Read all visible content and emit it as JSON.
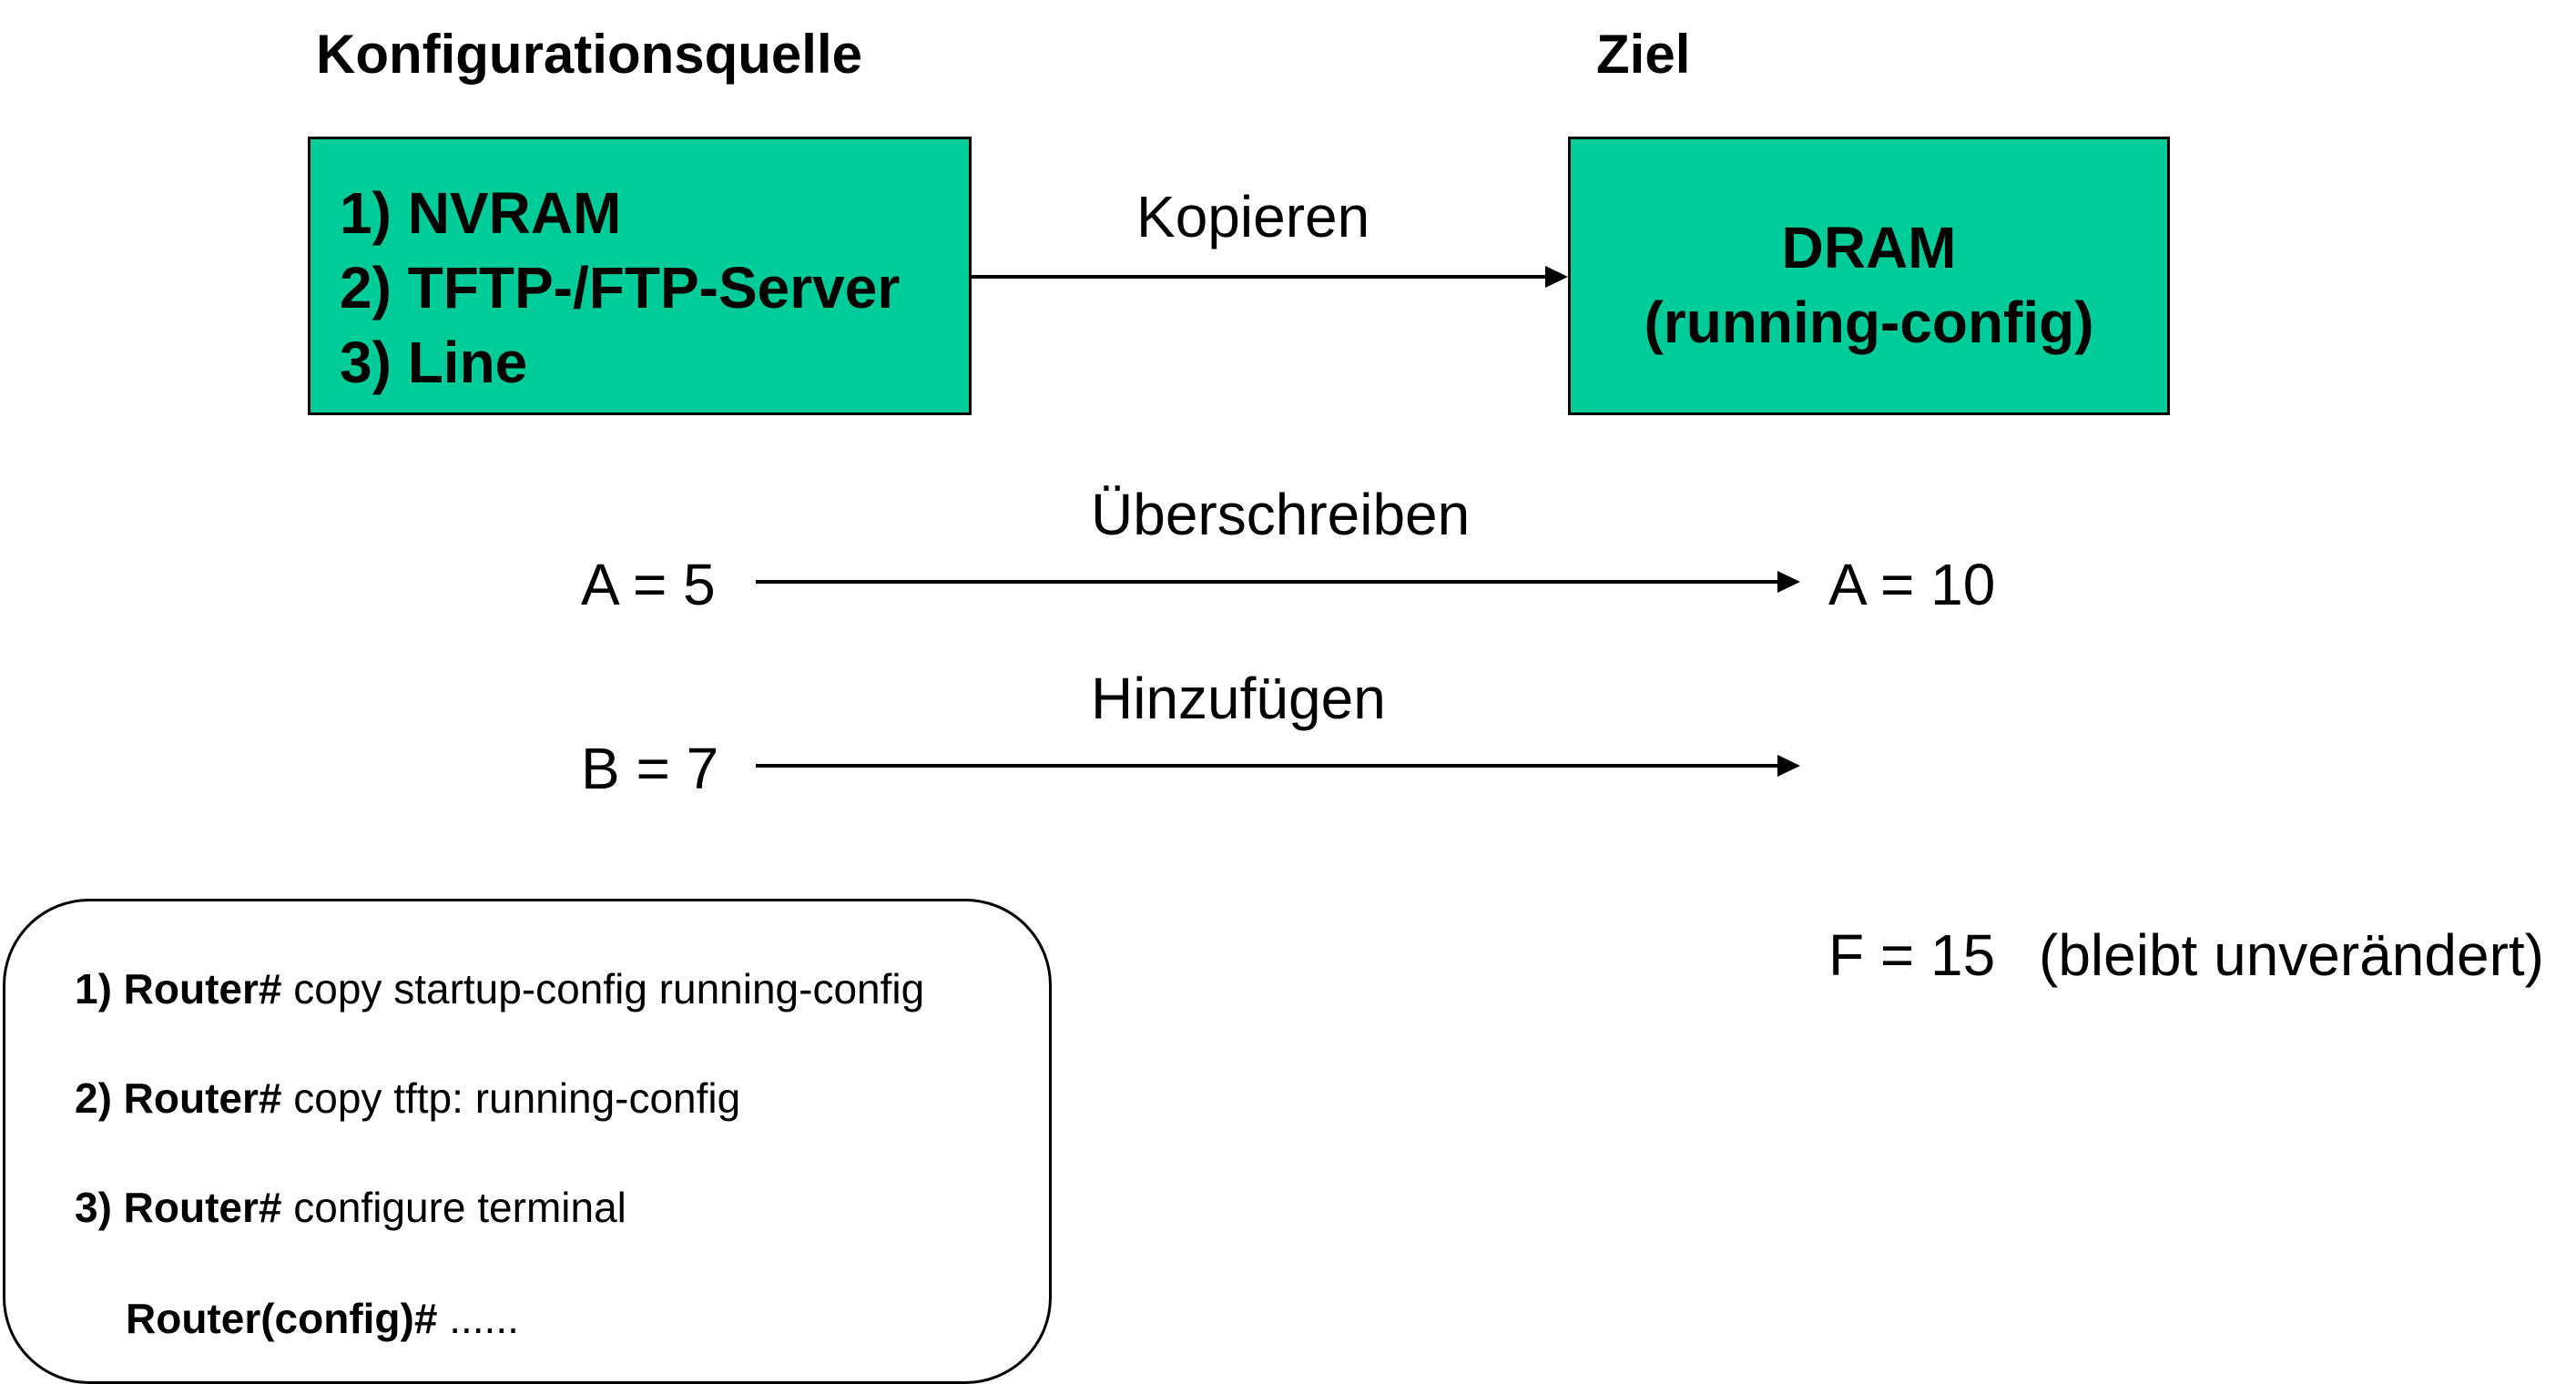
{
  "headings": {
    "source": "Konfigurationsquelle",
    "target": "Ziel"
  },
  "source_box": {
    "lines": [
      "1) NVRAM",
      "2) TFTP-/FTP-Server",
      "3) Line"
    ],
    "color": "#00CC99"
  },
  "target_box": {
    "lines": [
      "DRAM",
      "(running-config)"
    ],
    "color": "#00CC99"
  },
  "copy_label": "Kopieren",
  "overwrite": {
    "label": "Überschreiben",
    "source_value": "A = 5",
    "target_value": "A = 10"
  },
  "add": {
    "label": "Hinzufügen",
    "source_value": "B = 7"
  },
  "unchanged": {
    "value": "F = 15",
    "note": "(bleibt unverändert)"
  },
  "commands": [
    {
      "prefix": "1) Router#",
      "text": " copy startup-config running-config"
    },
    {
      "prefix": "2) Router#",
      "text": " copy tftp: running-config"
    },
    {
      "prefix": "3) Router#",
      "text": " configure terminal"
    },
    {
      "prefix": "Router(config)#",
      "text": " ......"
    }
  ]
}
